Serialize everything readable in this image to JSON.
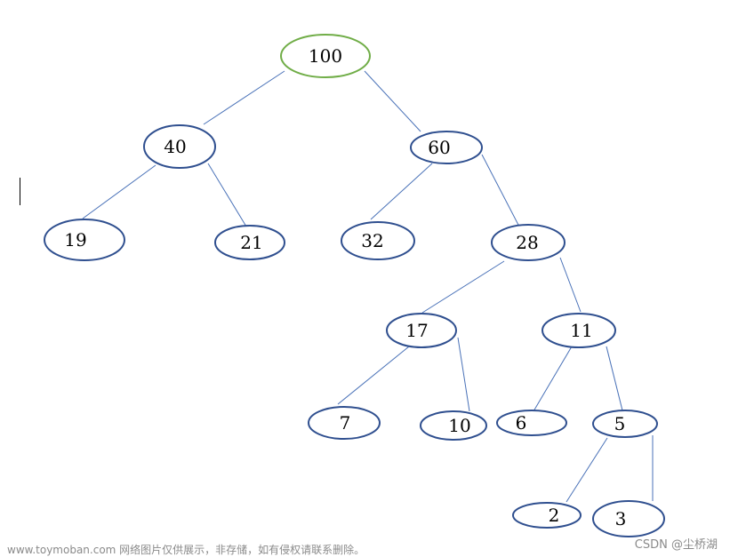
{
  "tree": {
    "nodes": [
      {
        "id": "n100",
        "label": "100",
        "root": true
      },
      {
        "id": "n40",
        "label": "40"
      },
      {
        "id": "n60",
        "label": "60"
      },
      {
        "id": "n19",
        "label": "19"
      },
      {
        "id": "n21",
        "label": "21"
      },
      {
        "id": "n32",
        "label": "32"
      },
      {
        "id": "n28",
        "label": "28"
      },
      {
        "id": "n17",
        "label": "17"
      },
      {
        "id": "n11",
        "label": "11"
      },
      {
        "id": "n7",
        "label": "7"
      },
      {
        "id": "n10",
        "label": "10"
      },
      {
        "id": "n6",
        "label": "6"
      },
      {
        "id": "n5",
        "label": "5"
      },
      {
        "id": "n2",
        "label": "2"
      },
      {
        "id": "n3",
        "label": "3"
      }
    ],
    "edges": [
      [
        "n100",
        "n40"
      ],
      [
        "n100",
        "n60"
      ],
      [
        "n40",
        "n19"
      ],
      [
        "n40",
        "n21"
      ],
      [
        "n60",
        "n32"
      ],
      [
        "n60",
        "n28"
      ],
      [
        "n28",
        "n17"
      ],
      [
        "n28",
        "n11"
      ],
      [
        "n17",
        "n7"
      ],
      [
        "n17",
        "n10"
      ],
      [
        "n11",
        "n6"
      ],
      [
        "n11",
        "n5"
      ],
      [
        "n5",
        "n2"
      ],
      [
        "n5",
        "n3"
      ]
    ]
  },
  "colors": {
    "node_stroke": "#2f4f8f",
    "root_stroke": "#70ad47",
    "edge": "#4a72b8",
    "text": "#000000"
  },
  "watermark": {
    "left": "www.toymoban.com 网络图片仅供展示，非存储，如有侵权请联系删除。",
    "right": "CSDN @尘桥湖"
  }
}
